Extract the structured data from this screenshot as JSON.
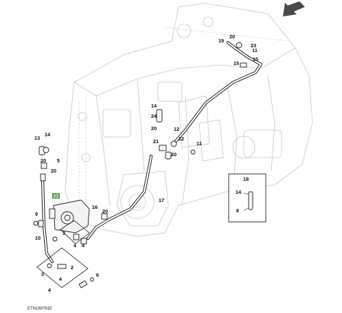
{
  "figure_id": "ETN169761E",
  "highlight_color": "#4a8f3a",
  "highlight_label": "22",
  "detail_box_title": "18",
  "callouts": [
    "13",
    "14",
    "5",
    "20",
    "20",
    "22",
    "9",
    "10",
    "3",
    "4",
    "4",
    "4",
    "2",
    "3",
    "4",
    "6",
    "16",
    "20",
    "17",
    "14",
    "24",
    "20",
    "21",
    "20",
    "12",
    "12",
    "11",
    "19",
    "20",
    "23",
    "11",
    "15",
    "15",
    "14",
    "8",
    "4"
  ],
  "icon": "arrow-down-left-icon"
}
